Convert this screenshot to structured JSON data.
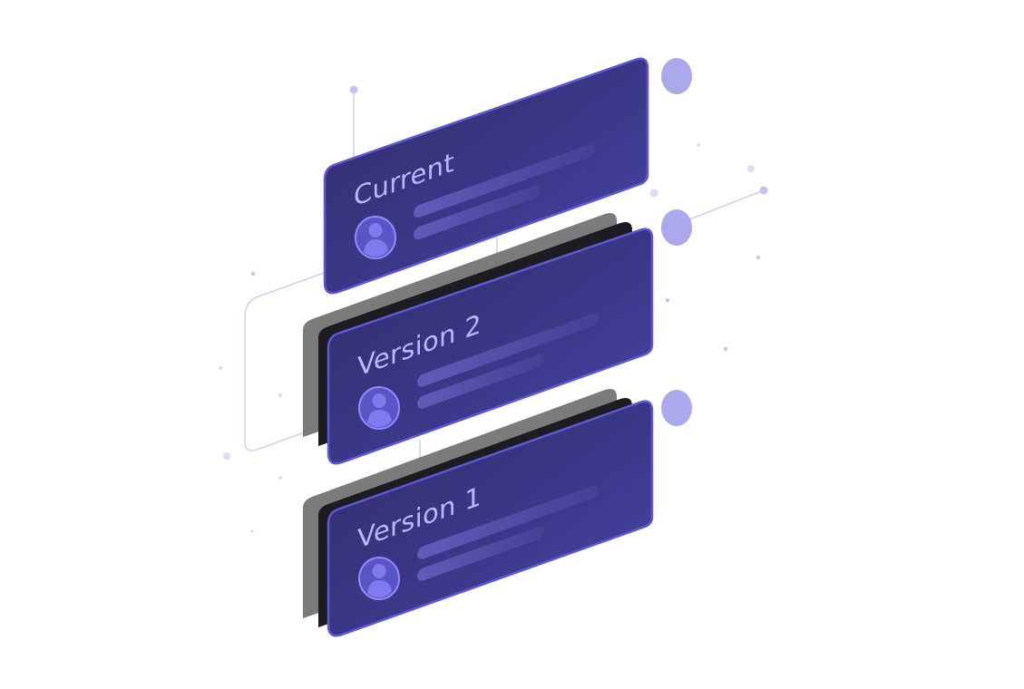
{
  "diagram": {
    "cards": [
      {
        "id": "current",
        "label": "Current",
        "has_stack": false
      },
      {
        "id": "version-2",
        "label": "Version 2",
        "has_stack": true
      },
      {
        "id": "version-1",
        "label": "Version 1",
        "has_stack": true
      }
    ],
    "timeline": {
      "nodes": [
        "current",
        "version-2",
        "version-1"
      ]
    },
    "colors": {
      "card_top": "#343171",
      "card_bottom": "#4a45a8",
      "card_edge": "#5e58d6",
      "card_title": "#b9b8ff",
      "line": "#c9c7f3",
      "timeline": "#b0adef",
      "node": "#aca8ec",
      "shadow_gray": "#7b7b7b",
      "shadow_black": "#1c1c22"
    },
    "icons": {
      "avatar": "user-avatar-icon"
    }
  }
}
